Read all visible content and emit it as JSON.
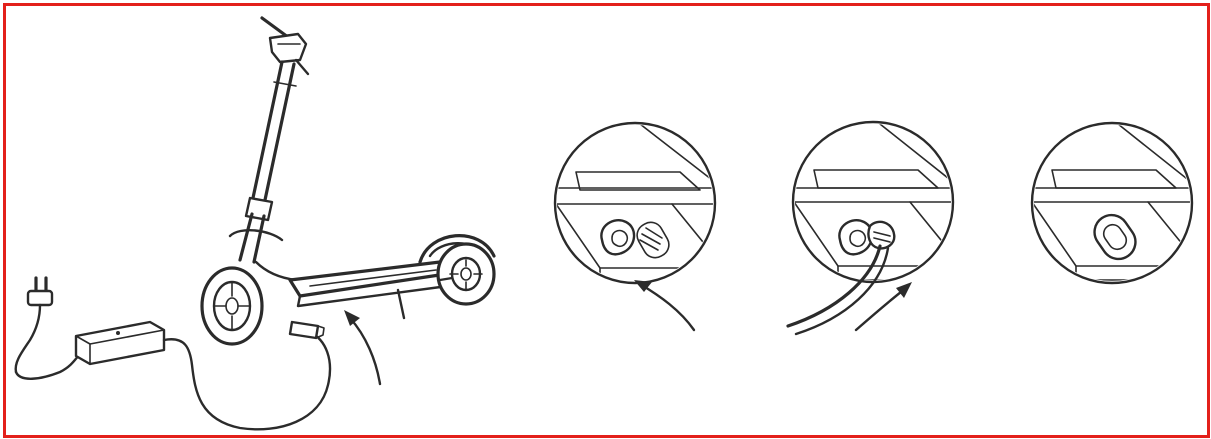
{
  "frame": {
    "border_color": "#e3201b",
    "line_color": "#2b2b2b"
  },
  "figure": {
    "overview": {
      "icons": [
        "plug-icon",
        "charger-adapter-icon",
        "scooter-icon",
        "arrow-icon"
      ]
    },
    "steps": [
      {
        "state": "cover-open",
        "cable": false
      },
      {
        "state": "cable-inserted",
        "cable": true
      },
      {
        "state": "cover-closed",
        "cable": false
      }
    ]
  }
}
